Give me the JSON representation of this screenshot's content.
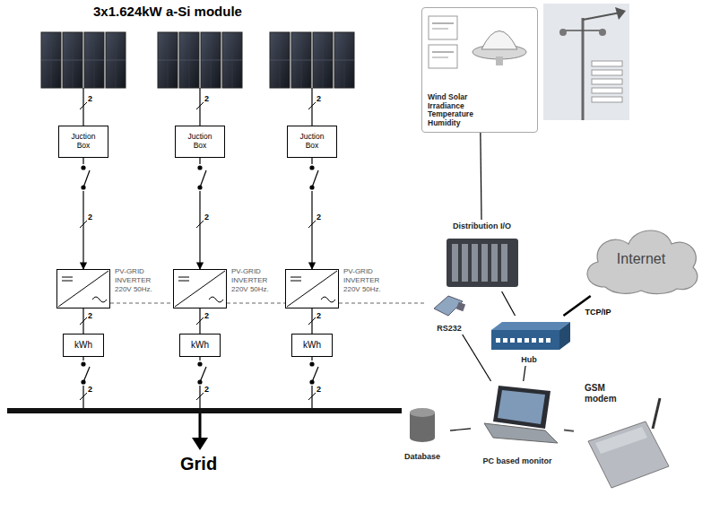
{
  "diagram": {
    "title": "3x1.624kW a-Si module",
    "nodes": [
      {
        "text": [
          "Juction Box"
        ]
      },
      {
        "text": [
          "Juction Box"
        ]
      },
      {
        "text": [
          "Juction Box"
        ]
      },
      {
        "text": [
          "PV-GRID INVERTER 220V 50Hz."
        ]
      },
      {
        "text": [
          "PV-GRID INVERTER 220V 50Hz."
        ]
      },
      {
        "text": [
          "PV-GRID INVERTER 220V 50Hz."
        ]
      },
      {
        "text": [
          "kWh"
        ]
      },
      {
        "text": [
          "kWh"
        ]
      },
      {
        "text": [
          "kWh"
        ]
      },
      {
        "text": [
          "Wind Solar Irradiance Temperature Humidity"
        ]
      },
      {
        "text": [
          "Distribution I/O"
        ]
      },
      {
        "text": [
          "Internet"
        ]
      },
      {
        "text": [
          "Hub"
        ]
      },
      {
        "text": [
          "RS232"
        ]
      },
      {
        "text": [
          "Database"
        ]
      },
      {
        "text": [
          "PC based monitor"
        ]
      },
      {
        "text": [
          "GSM modem"
        ]
      }
    ],
    "edges": [
      {
        "from": 0,
        "to": 3,
        "arrow": "to"
      },
      {
        "from": 1,
        "to": 4,
        "arrow": "to"
      },
      {
        "from": 2,
        "to": 5,
        "arrow": "to"
      },
      {
        "from": 3,
        "to": 6,
        "arrow": "none"
      },
      {
        "from": 4,
        "to": 7,
        "arrow": "none"
      },
      {
        "from": 5,
        "to": 8,
        "arrow": "none"
      },
      {
        "from": 3,
        "to": 4,
        "arrow": "none"
      },
      {
        "from": 4,
        "to": 5,
        "arrow": "none"
      },
      {
        "from": 5,
        "to": 13,
        "arrow": "none"
      },
      {
        "from": 13,
        "to": 15,
        "arrow": "none"
      },
      {
        "from": 9,
        "to": 10,
        "arrow": "none"
      },
      {
        "from": 10,
        "to": 12,
        "arrow": "none"
      },
      {
        "from": 11,
        "to": 12,
        "label": "TCP/IP",
        "arrow": "none"
      },
      {
        "from": 12,
        "to": 15,
        "arrow": "none"
      },
      {
        "from": 14,
        "to": 15,
        "arrow": "none"
      },
      {
        "from": 15,
        "to": 16,
        "arrow": "none"
      }
    ],
    "labels": [
      "2",
      "2",
      "2",
      "2",
      "2",
      "2",
      "2",
      "2",
      "2",
      "2",
      "2",
      "2",
      "Grid"
    ]
  }
}
